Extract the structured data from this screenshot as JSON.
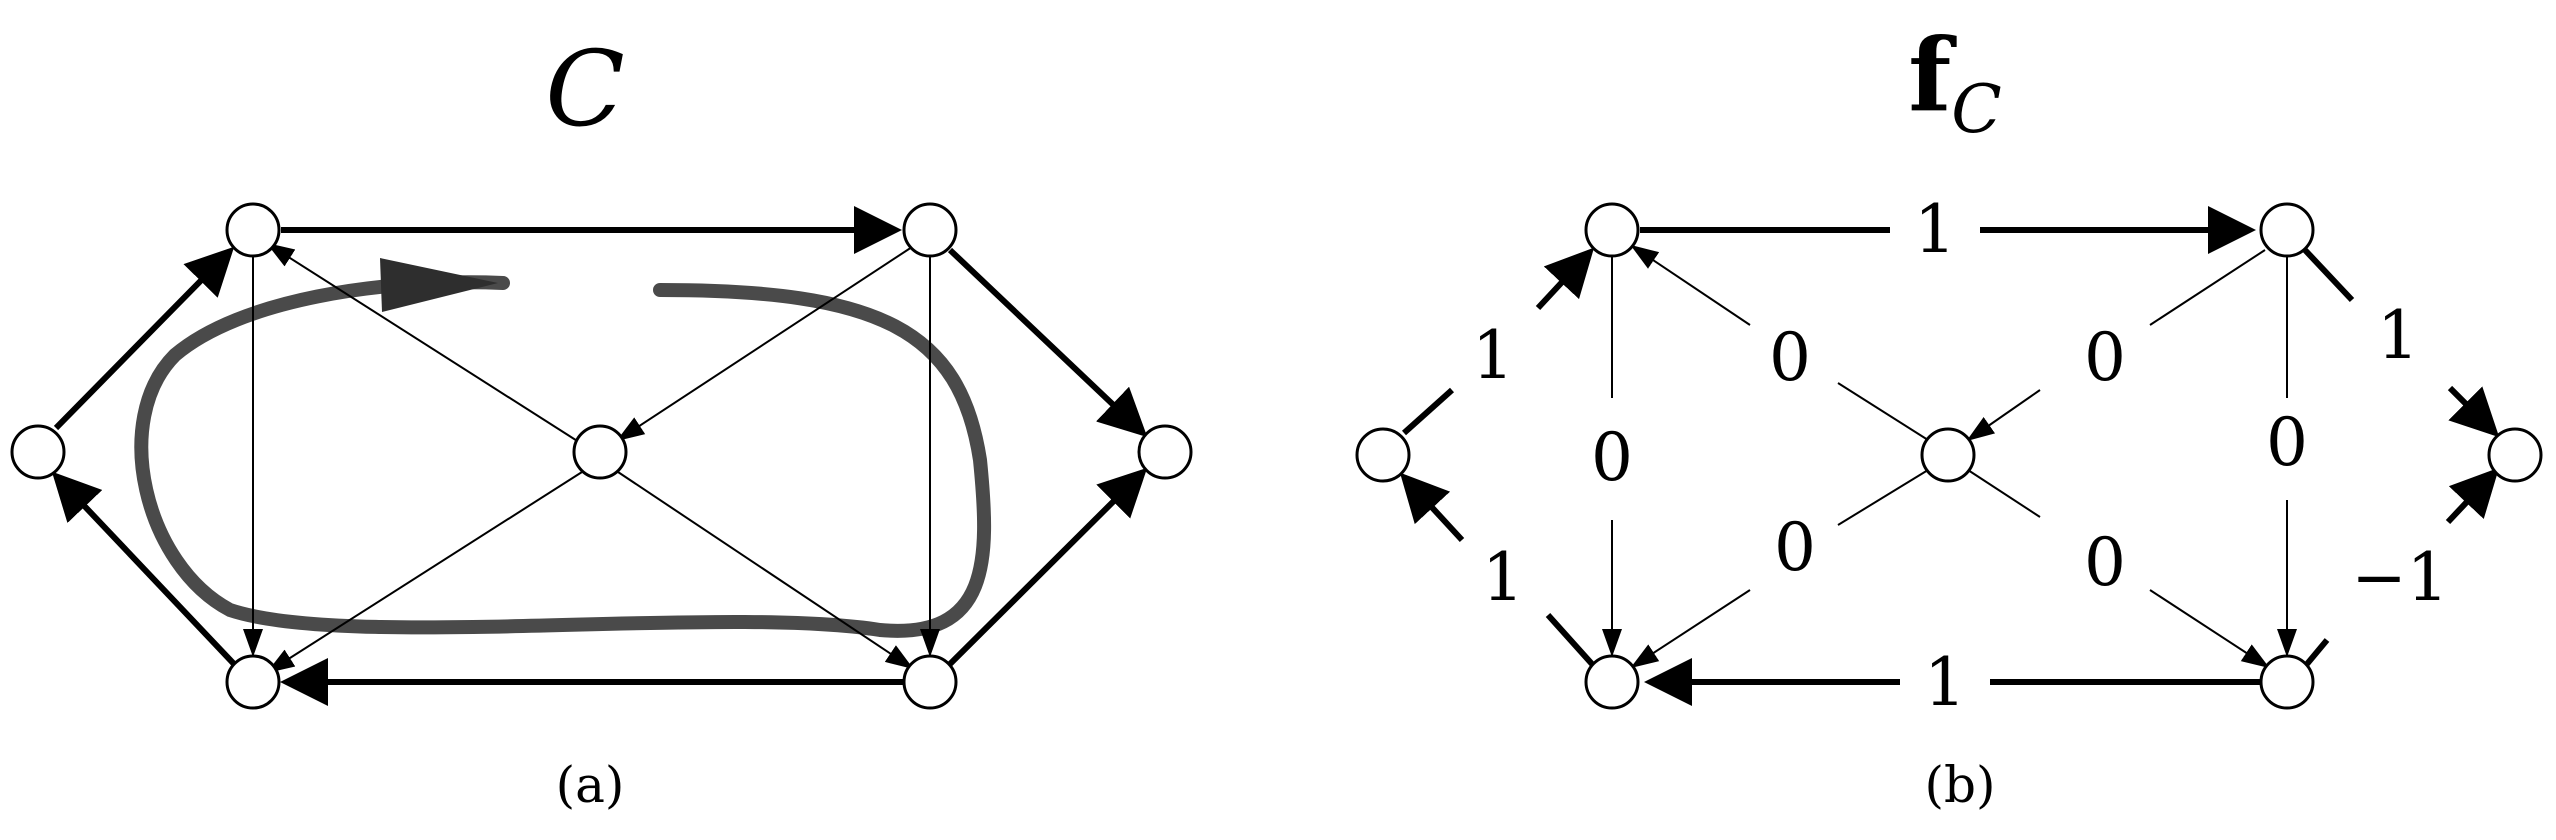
{
  "panel_a": {
    "title": "C",
    "caption": "(a)"
  },
  "panel_b": {
    "title_main": "f",
    "title_sub": "C",
    "caption": "(b)",
    "labels": {
      "top": "1",
      "bottom": "1",
      "upper_left": "1",
      "lower_left": "1",
      "upper_right": "1",
      "lower_right": "−1",
      "left_vertical": "0",
      "right_vertical": "0",
      "diag_top_left": "0",
      "diag_top_right": "0",
      "diag_bottom_left": "0",
      "diag_bottom_right": "0"
    }
  },
  "colors": {
    "edge": "#000000",
    "cycle_curve": "#4a4a4a",
    "node_fill": "#ffffff"
  }
}
